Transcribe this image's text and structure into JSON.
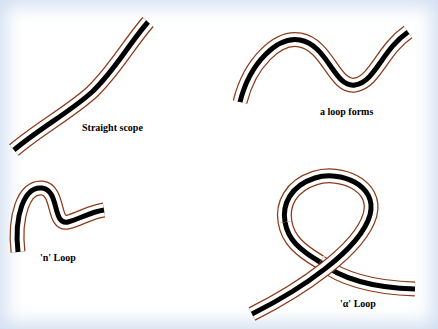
{
  "diagram": {
    "labels": [
      "Straight scope",
      "a loop forms",
      "'n' Loop",
      "'α' Loop"
    ]
  }
}
